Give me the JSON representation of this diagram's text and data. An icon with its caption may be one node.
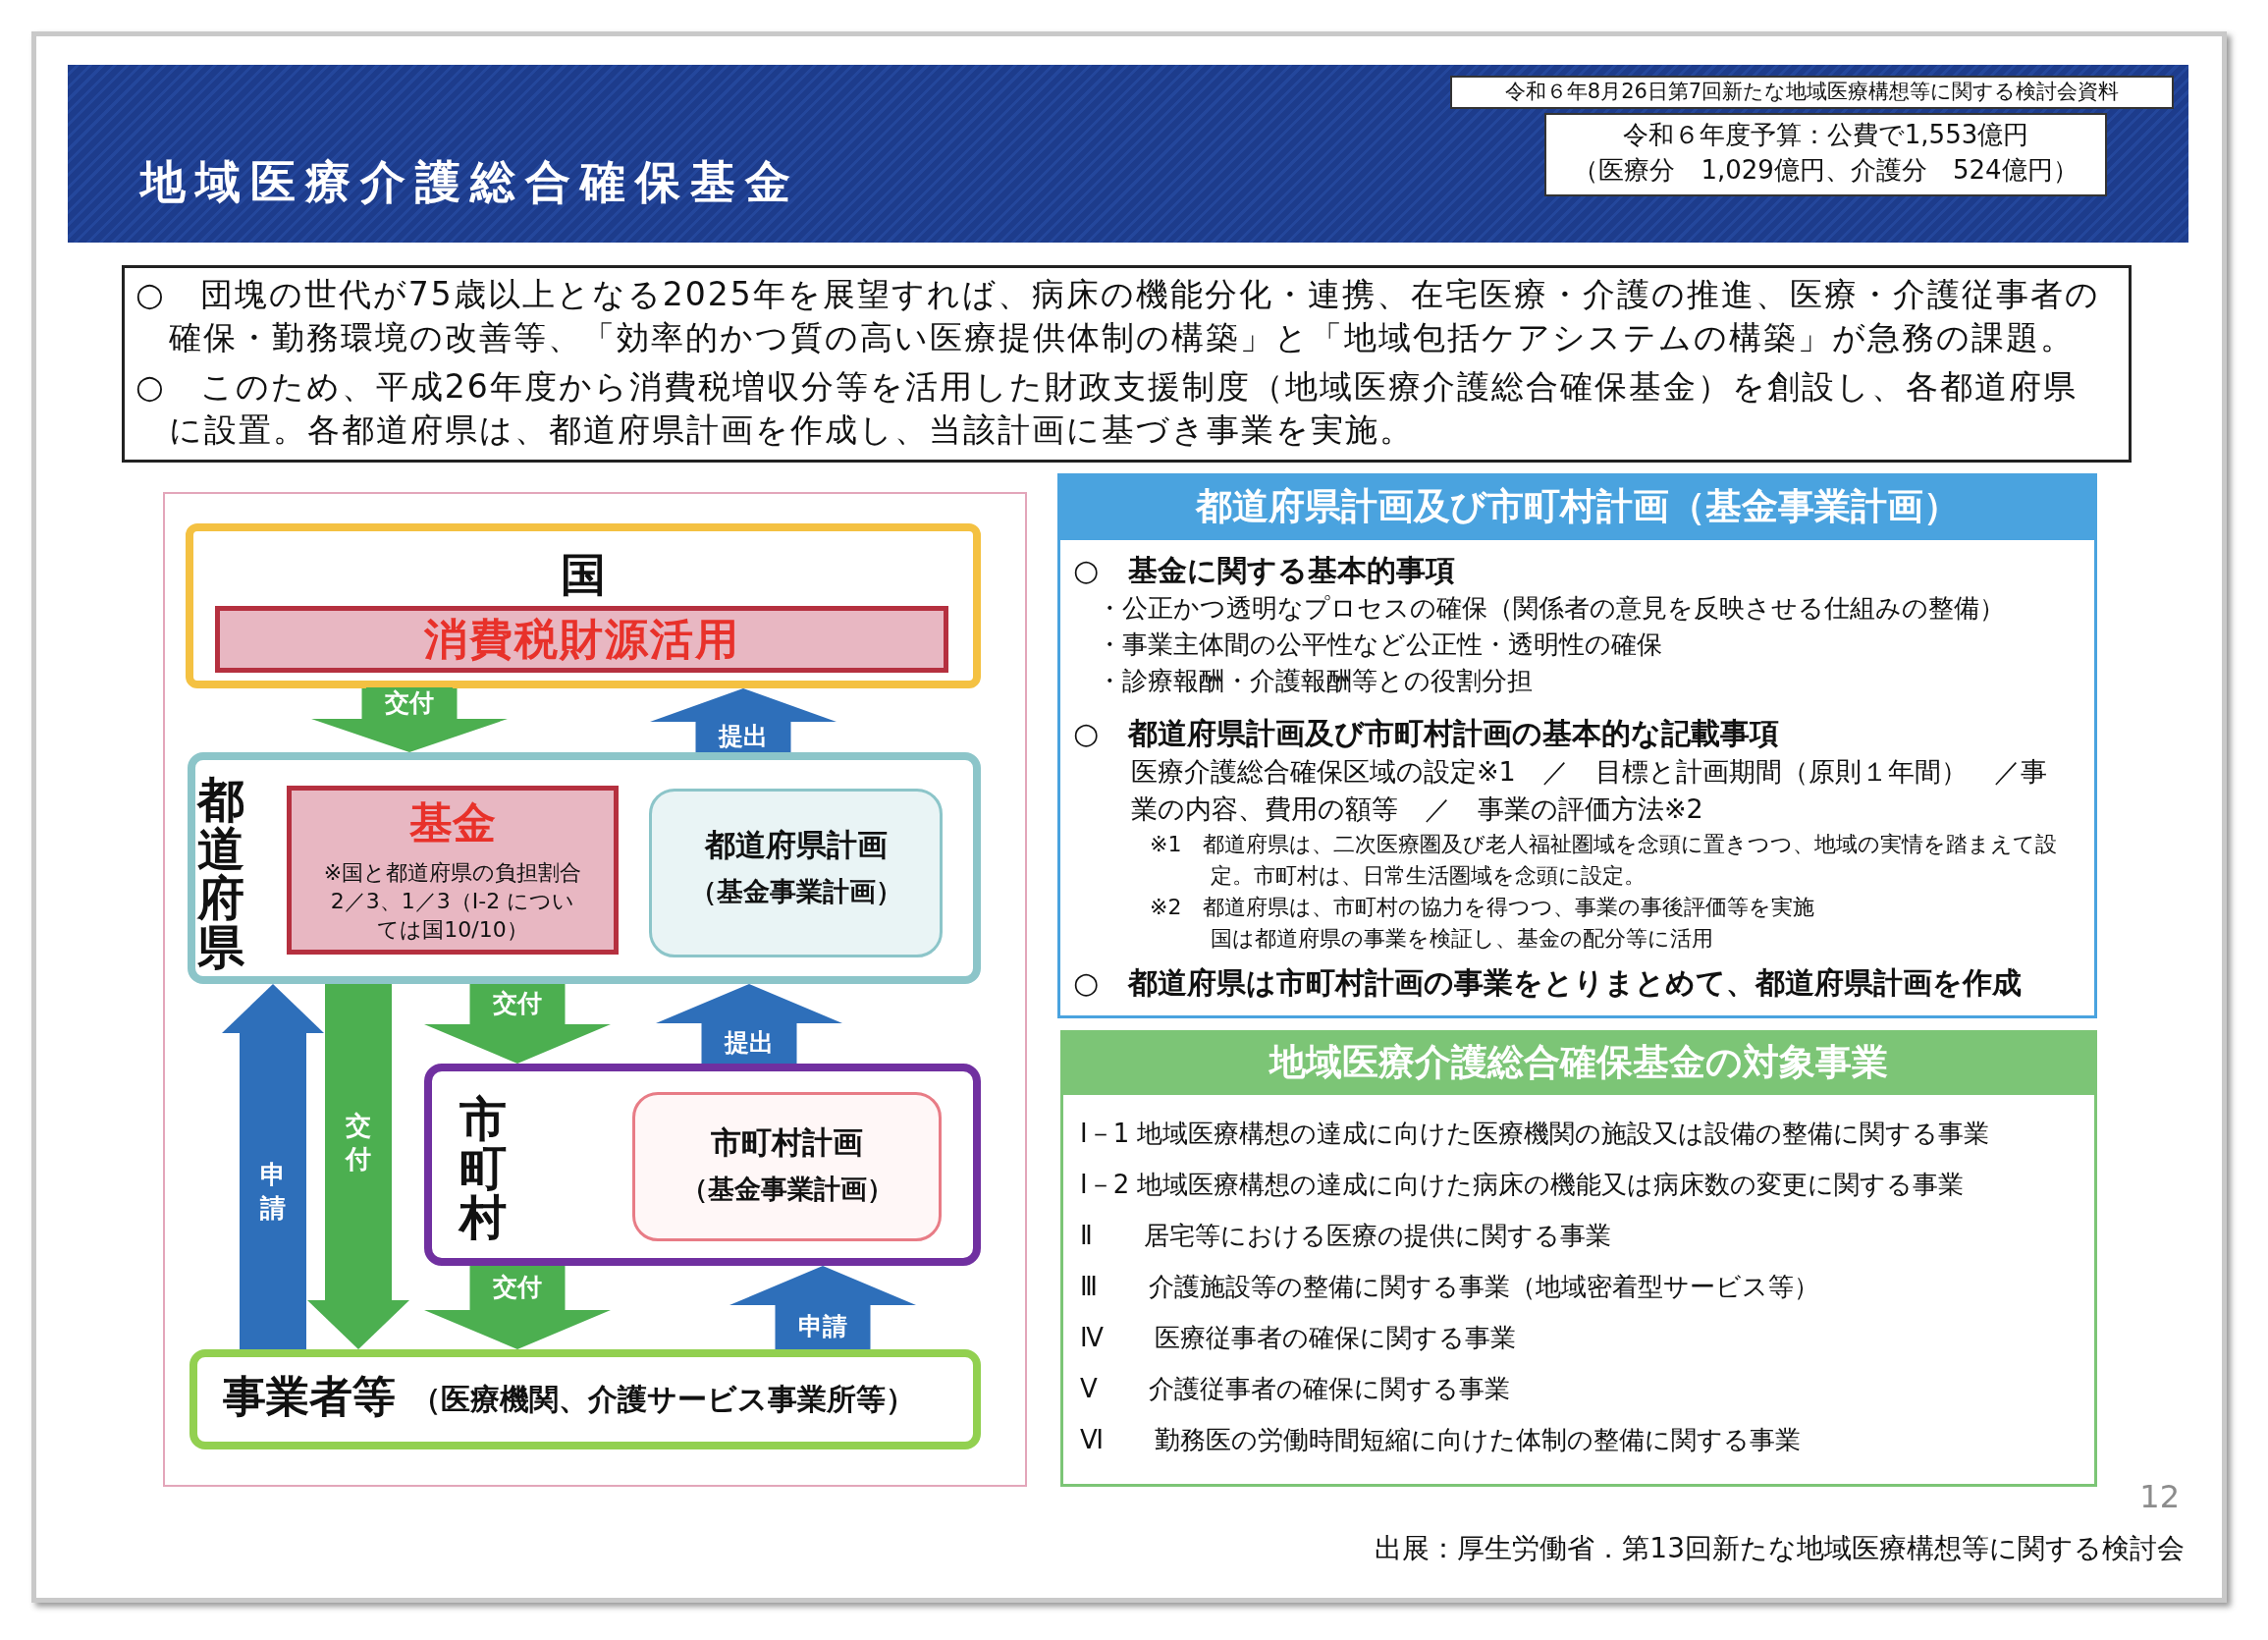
{
  "diagram": {
    "title": "地域医療介護総合確保基金",
    "nodes": [
      {
        "text": [
          "令和６年8月26日第7回新たな地域医療構想等に関する検討会資料"
        ]
      },
      {
        "text": [
          "令和６年度予算：公費で1,553億円",
          "（医療分　1,029億円、介護分　524億円）"
        ]
      },
      {
        "text": [
          "○　団塊の世代が75歳以上となる2025年を展望すれば、病床の機能分化・連携、在宅医療・介護の推進、医療・介護従事者の確保・勤務環境の改善等、「効率的かつ質の高い医療提供体制の構築」と「地域包括ケアシステムの構築」が急務の課題。",
          "○　このため、平成26年度から消費税増収分等を活用した財政支援制度（地域医療介護総合確保基金）を創設し、各都道府県に設置。各都道府県は、都道府県計画を作成し、当該計画に基づき事業を実施。"
        ]
      },
      {
        "text": [
          "国"
        ]
      },
      {
        "text": [
          "消費税財源活用"
        ],
        "in": 3
      },
      {
        "text": [
          "都道府県"
        ]
      },
      {
        "text": [
          "基金",
          "※国と都道府県の負担割合2／3、1／3（Ⅰ-2 については国10/10）"
        ],
        "in": 5
      },
      {
        "text": [
          "都道府県計画",
          "（基金事業計画）"
        ],
        "in": 5
      },
      {
        "text": [
          "市町村"
        ]
      },
      {
        "text": [
          "市町村計画",
          "（基金事業計画）"
        ],
        "in": 8
      },
      {
        "text": [
          "事業者等",
          "（医療機関、介護サービス事業所等）"
        ]
      },
      {
        "text": [
          "都道府県計画及び市町村計画（基金事業計画）",
          "○　基金に関する基本的事項",
          "・公正かつ透明なプロセスの確保（関係者の意見を反映させる仕組みの整備）",
          "・事業主体間の公平性など公正性・透明性の確保",
          "・診療報酬・介護報酬等との役割分担",
          "○　都道府県計画及び市町村計画の基本的な記載事項",
          "医療介護総合確保区域の設定※1　／　目標と計画期間（原則１年間）　／事業の内容、費用の額等　／　事業の評価方法※2",
          "※1　都道府県は、二次医療圏及び老人福祉圏域を念頭に置きつつ、地域の実情を踏まえて設定。市町村は、日常生活圏域を念頭に設定。",
          "※2　都道府県は、市町村の協力を得つつ、事業の事後評価等を実施",
          "国は都道府県の事業を検証し、基金の配分等に活用",
          "○　都道府県は市町村計画の事業をとりまとめて、都道府県計画を作成"
        ]
      },
      {
        "text": [
          "地域医療介護総合確保基金の対象事業",
          "Ⅰ－1 地域医療構想の達成に向けた医療機関の施設又は設備の整備に関する事業",
          "Ⅰ－2 地域医療構想の達成に向けた病床の機能又は病床数の変更に関する事業",
          "Ⅱ　　居宅等における医療の提供に関する事業",
          "Ⅲ　　介護施設等の整備に関する事業（地域密着型サービス等）",
          "Ⅳ　　医療従事者の確保に関する事業",
          "Ⅴ　　介護従事者の確保に関する事業",
          "Ⅵ　　勤務医の労働時間短縮に向けた体制の整備に関する事業"
        ]
      }
    ],
    "edges": [
      {
        "from": 3,
        "to": 5,
        "arrow": "to",
        "label": "交付"
      },
      {
        "from": 5,
        "to": 3,
        "arrow": "to",
        "label": "提出",
        "color": "#2e6fba"
      },
      {
        "from": 5,
        "to": 8,
        "arrow": "to",
        "label": "交付"
      },
      {
        "from": 8,
        "to": 5,
        "arrow": "to",
        "label": "提出",
        "color": "#2e6fba"
      },
      {
        "from": 10,
        "to": 5,
        "arrow": "to",
        "label": "申請",
        "color": "#2e6fba"
      },
      {
        "from": 5,
        "to": 10,
        "arrow": "to",
        "label": "交付"
      },
      {
        "from": 8,
        "to": 10,
        "arrow": "to",
        "label": "交付"
      },
      {
        "from": 10,
        "to": 8,
        "arrow": "to",
        "label": "申請",
        "color": "#2e6fba"
      }
    ],
    "labels": [
      "12"
    ],
    "caption": "出展：厚生労働省．第13回新たな地域医療構想等に関する検討会"
  }
}
